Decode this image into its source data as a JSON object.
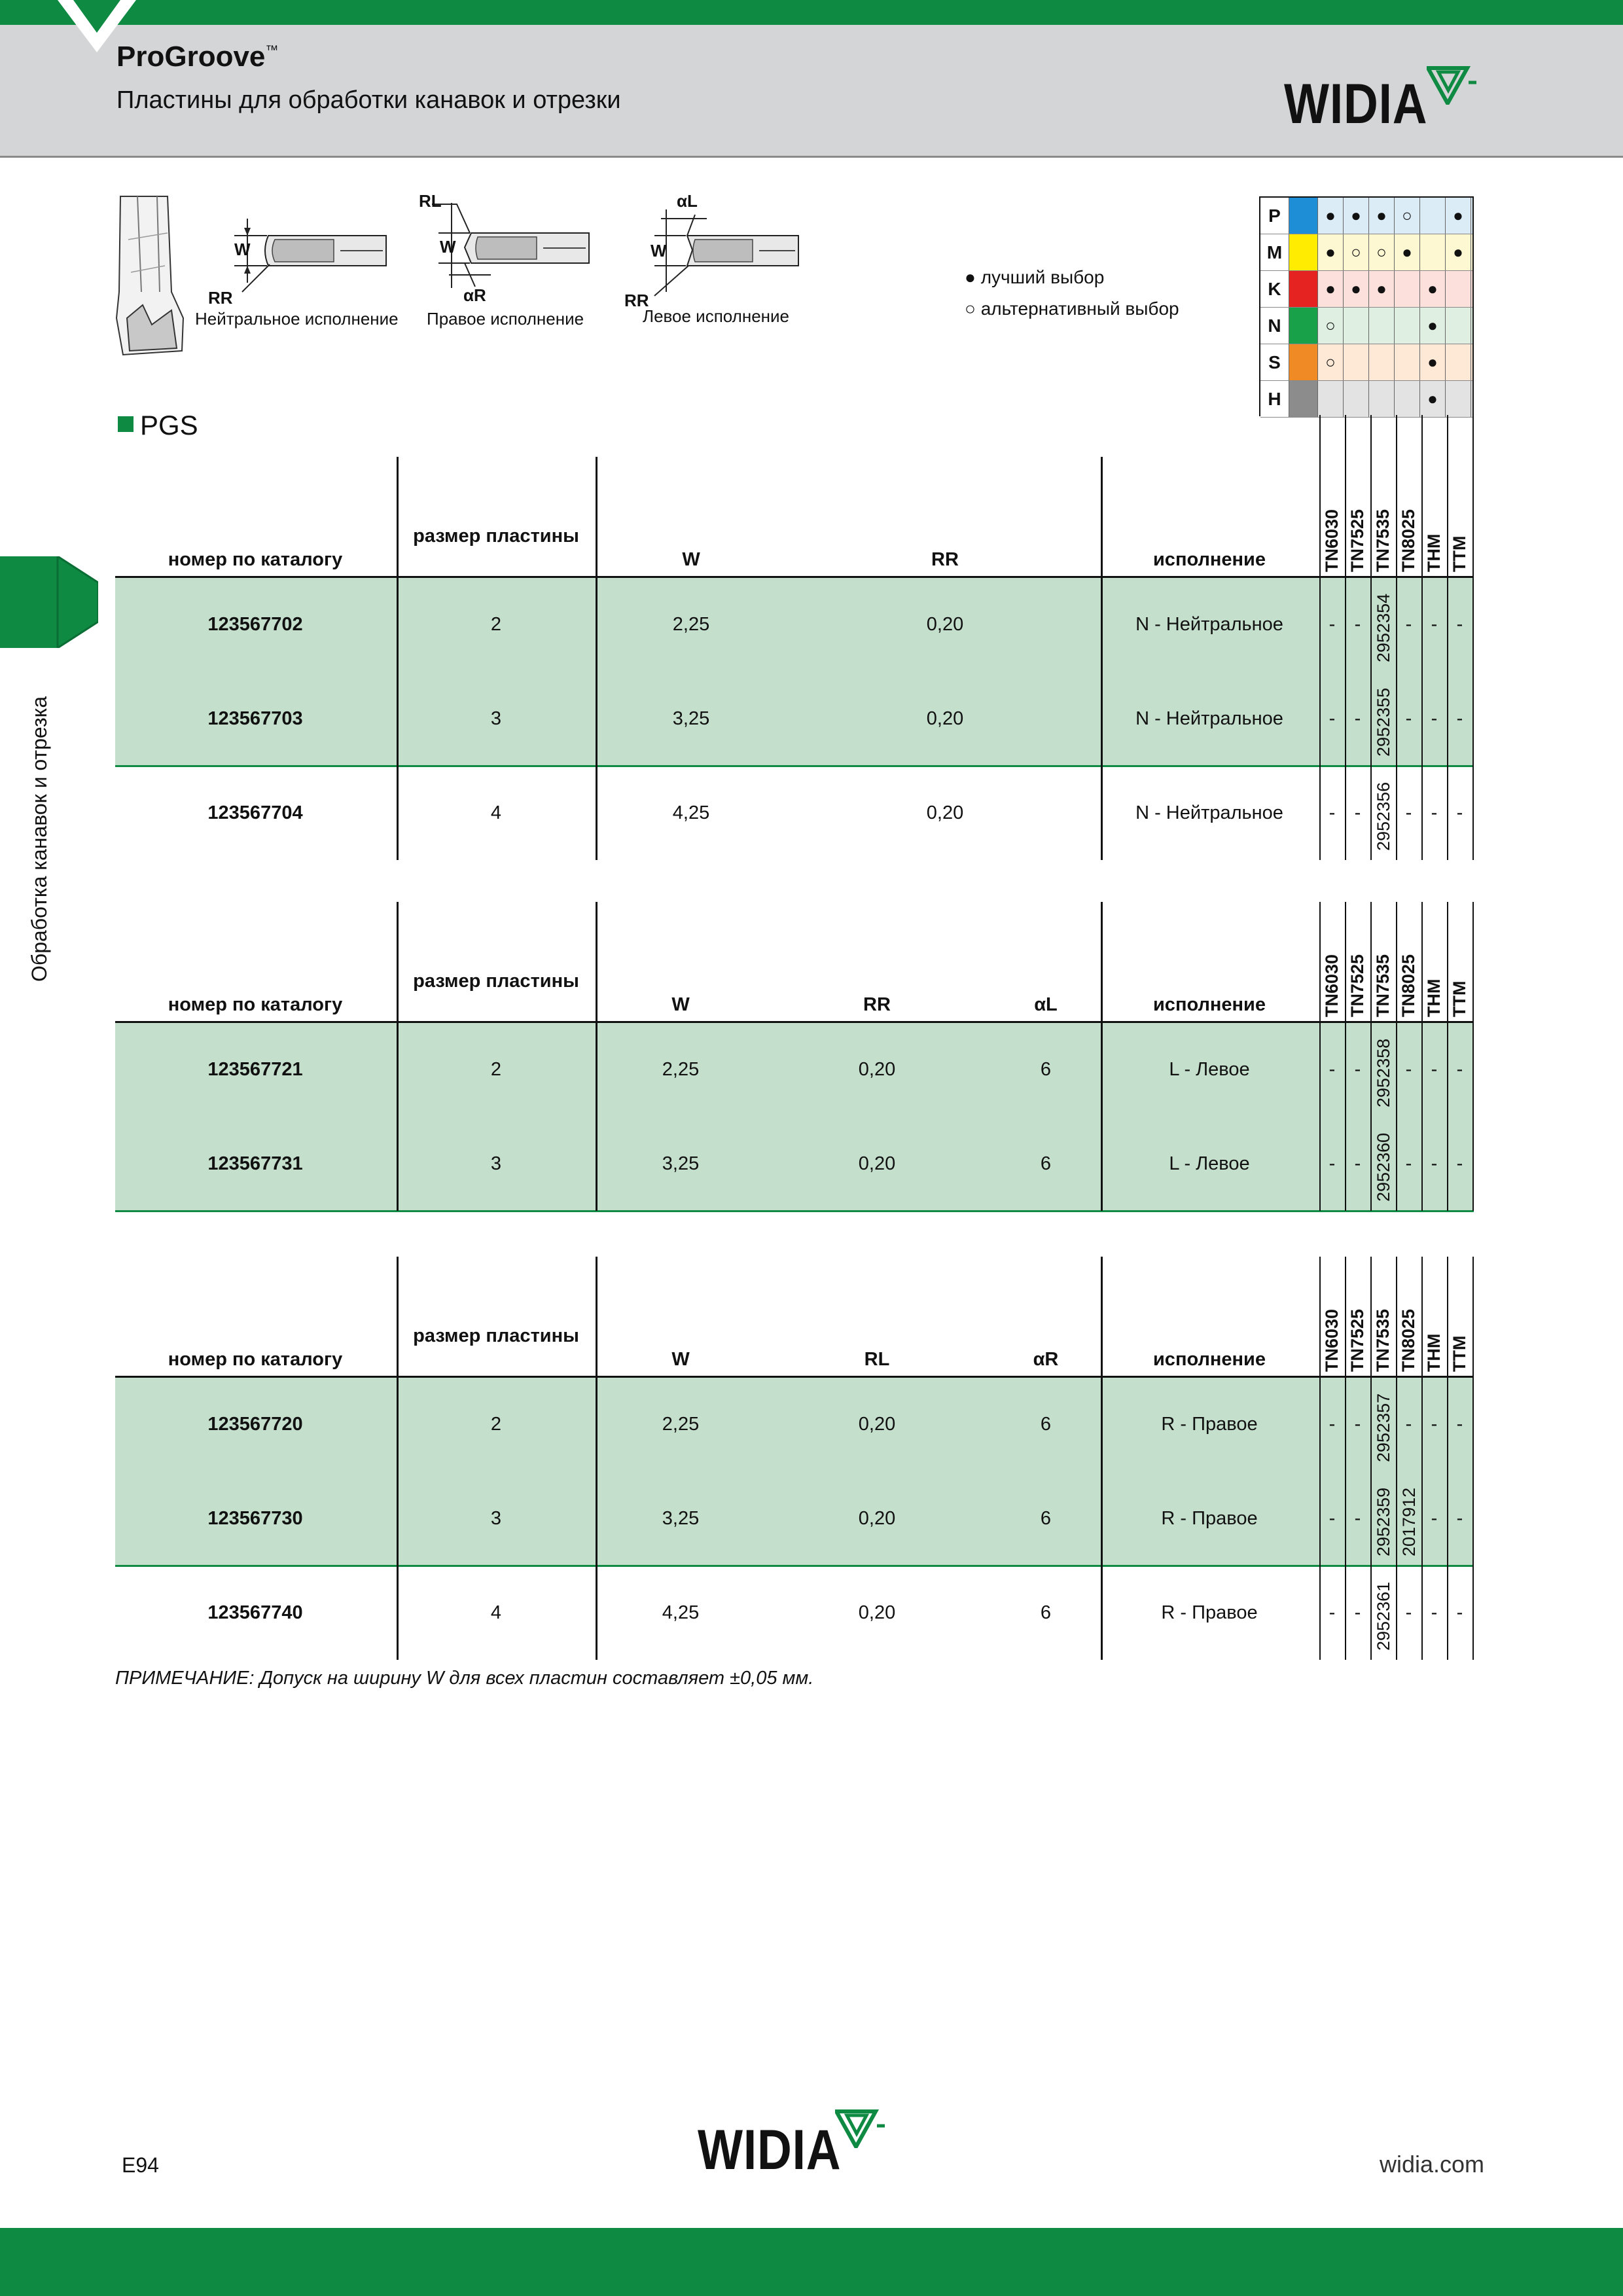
{
  "header": {
    "product": "ProGroove",
    "tm": "™",
    "subtitle": "Пластины для обработки канавок и отрезки",
    "brand": "WIDIA"
  },
  "side_tab": {
    "label": "Обработка канавок и отрезка"
  },
  "diagrams": {
    "neutral": {
      "caption": "Нейтральное исполнение",
      "labels": [
        "W",
        "RR"
      ]
    },
    "right": {
      "caption": "Правое исполнение",
      "labels": [
        "RL",
        "W",
        "αR"
      ]
    },
    "left": {
      "caption": "Левое исполнение",
      "labels": [
        "αL",
        "W",
        "RR"
      ]
    }
  },
  "legend": {
    "best": "● лучший выбор",
    "alt": "○ альтернативный выбор"
  },
  "matrix": {
    "rows": [
      {
        "label": "P",
        "color": "#1e8fd6",
        "tint": "#dcecf6",
        "cells": [
          "●",
          "●",
          "●",
          "○",
          "",
          "●"
        ]
      },
      {
        "label": "M",
        "color": "#ffec00",
        "tint": "#fdf7d2",
        "cells": [
          "●",
          "○",
          "○",
          "●",
          "",
          "●"
        ]
      },
      {
        "label": "K",
        "color": "#e52421",
        "tint": "#fbe0dc",
        "cells": [
          "●",
          "●",
          "●",
          "",
          "●",
          ""
        ]
      },
      {
        "label": "N",
        "color": "#19a14a",
        "tint": "#dff0e2",
        "cells": [
          "○",
          "",
          "",
          "",
          "●",
          ""
        ]
      },
      {
        "label": "S",
        "color": "#f08a24",
        "tint": "#fde9d6",
        "cells": [
          "○",
          "",
          "",
          "",
          "●",
          ""
        ]
      },
      {
        "label": "H",
        "color": "#8c8c8c",
        "tint": "#e3e3e3",
        "cells": [
          "",
          "",
          "",
          "",
          "●",
          ""
        ]
      }
    ]
  },
  "section": {
    "label": "PGS"
  },
  "grades": [
    "TN6030",
    "TN7525",
    "TN7535",
    "TN8025",
    "THM",
    "TTM"
  ],
  "tables": [
    {
      "headers": [
        "номер по каталогу",
        "размер пластины",
        "W",
        "RR",
        "",
        "исполнение"
      ],
      "rows": [
        {
          "catalog": "123567702",
          "size": "2",
          "w": "2,25",
          "c4": "0,20",
          "c5": "",
          "style": "N - Нейтральное",
          "grades": [
            "-",
            "-",
            "2952354",
            "-",
            "-",
            "-"
          ]
        },
        {
          "catalog": "123567703",
          "size": "3",
          "w": "3,25",
          "c4": "0,20",
          "c5": "",
          "style": "N - Нейтральное",
          "grades": [
            "-",
            "-",
            "2952355",
            "-",
            "-",
            "-"
          ]
        },
        {
          "catalog": "123567704",
          "size": "4",
          "w": "4,25",
          "c4": "0,20",
          "c5": "",
          "style": "N - Нейтральное",
          "grades": [
            "-",
            "-",
            "2952356",
            "-",
            "-",
            "-"
          ]
        }
      ]
    },
    {
      "headers": [
        "номер по каталогу",
        "размер пластины",
        "W",
        "RR",
        "αL",
        "исполнение"
      ],
      "rows": [
        {
          "catalog": "123567721",
          "size": "2",
          "w": "2,25",
          "c4": "0,20",
          "c5": "6",
          "style": "L - Левое",
          "grades": [
            "-",
            "-",
            "2952358",
            "-",
            "-",
            "-"
          ]
        },
        {
          "catalog": "123567731",
          "size": "3",
          "w": "3,25",
          "c4": "0,20",
          "c5": "6",
          "style": "L - Левое",
          "grades": [
            "-",
            "-",
            "2952360",
            "-",
            "-",
            "-"
          ]
        }
      ]
    },
    {
      "headers": [
        "номер по каталогу",
        "размер пластины",
        "W",
        "RL",
        "αR",
        "исполнение"
      ],
      "rows": [
        {
          "catalog": "123567720",
          "size": "2",
          "w": "2,25",
          "c4": "0,20",
          "c5": "6",
          "style": "R - Правое",
          "grades": [
            "-",
            "-",
            "2952357",
            "-",
            "-",
            "-"
          ]
        },
        {
          "catalog": "123567730",
          "size": "3",
          "w": "3,25",
          "c4": "0,20",
          "c5": "6",
          "style": "R - Правое",
          "grades": [
            "-",
            "-",
            "2952359",
            "2017912",
            "-",
            "-"
          ]
        },
        {
          "catalog": "123567740",
          "size": "4",
          "w": "4,25",
          "c4": "0,20",
          "c5": "6",
          "style": "R - Правое",
          "grades": [
            "-",
            "-",
            "2952361",
            "-",
            "-",
            "-"
          ]
        }
      ]
    }
  ],
  "note": "ПРИМЕЧАНИЕ: Допуск на ширину W для всех пластин составляет ±0,05 мм.",
  "footer": {
    "page": "E94",
    "brand": "WIDIA",
    "url": "widia.com"
  }
}
